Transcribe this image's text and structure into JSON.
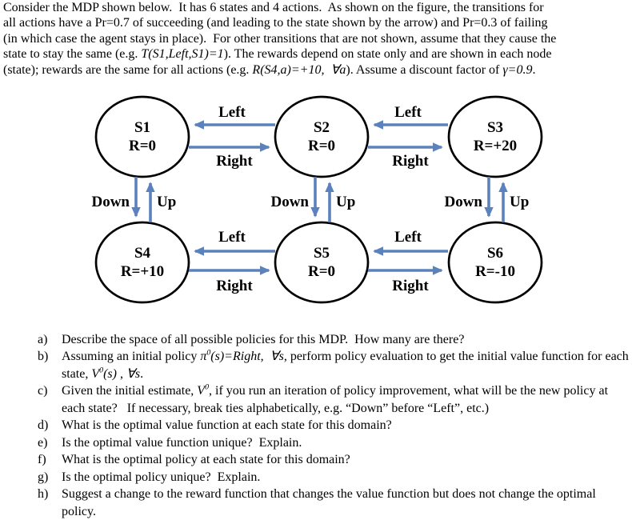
{
  "intro": {
    "lines": [
      [
        {
          "t": "Consider the MDP shown below.  It has 6 states and 4 actions.  As shown on the figure, the transitions for"
        }
      ],
      [
        {
          "t": "all actions have a Pr=0.7 of succeeding (and leading to the state shown by the arrow) and Pr=0.3 of failing"
        }
      ],
      [
        {
          "t": "(in which case the agent stays in place).  For other transitions that are not shown, assume that they cause the"
        }
      ],
      [
        {
          "t": "state to stay the same (e.g. "
        },
        {
          "t": "T(S1,Left,S1)=1",
          "i": true
        },
        {
          "t": "). The rewards depend on state only and are shown in each node"
        }
      ],
      [
        {
          "t": "(state); rewards are the same for all actions (e.g. "
        },
        {
          "t": "R(S4,a)=+10,  ∀a",
          "i": true
        },
        {
          "t": "). Assume a discount factor of "
        },
        {
          "t": "γ=0.9",
          "i": true
        },
        {
          "t": "."
        }
      ]
    ]
  },
  "diagram": {
    "nodes": [
      {
        "id": "S1",
        "reward": "R=0"
      },
      {
        "id": "S2",
        "reward": "R=0"
      },
      {
        "id": "S3",
        "reward": "R=+20"
      },
      {
        "id": "S4",
        "reward": "R=+10"
      },
      {
        "id": "S5",
        "reward": "R=0"
      },
      {
        "id": "S6",
        "reward": "R=-10"
      }
    ],
    "labels": {
      "left": "Left",
      "right": "Right",
      "down": "Down",
      "up": "Up"
    },
    "colors": {
      "arrow": "#5b82bc",
      "node_stroke": "#000000",
      "node_fill": "#ffffff"
    }
  },
  "questions": {
    "items": [
      {
        "label": "a)",
        "content": [
          {
            "t": "Describe the space of all possible policies for this MDP.  How many are there?"
          }
        ]
      },
      {
        "label": "b)",
        "content": [
          {
            "t": "Assuming an initial policy "
          },
          {
            "t": "π",
            "i": true
          },
          {
            "t": "0",
            "i": true,
            "sup": true
          },
          {
            "t": "(s)=Right,  ",
            "i": true
          },
          {
            "t": "∀s",
            "i": true
          },
          {
            "t": ", perform policy evaluation to get the initial value function for each state, "
          },
          {
            "t": "V",
            "i": true
          },
          {
            "t": "0",
            "i": true,
            "sup": true
          },
          {
            "t": "(s)",
            "i": true
          },
          {
            "t": " , "
          },
          {
            "t": "∀s",
            "i": true
          },
          {
            "t": "."
          }
        ]
      },
      {
        "label": "c)",
        "content": [
          {
            "t": "Given the initial estimate, "
          },
          {
            "t": "V",
            "i": true
          },
          {
            "t": "0",
            "i": true,
            "sup": true
          },
          {
            "t": ", if you run an iteration of policy improvement, what will be the new policy at each state?   If necessary, break ties alphabetically, e.g. “Down” before “Left”, etc.)"
          }
        ]
      },
      {
        "label": "d)",
        "content": [
          {
            "t": "What is the optimal value function at each state for this domain?"
          }
        ]
      },
      {
        "label": "e)",
        "content": [
          {
            "t": "Is the optimal value function unique?  Explain."
          }
        ]
      },
      {
        "label": "f)",
        "content": [
          {
            "t": "What is the optimal policy at each state for this domain?"
          }
        ]
      },
      {
        "label": "g)",
        "content": [
          {
            "t": "Is the optimal policy unique?  Explain."
          }
        ]
      },
      {
        "label": "h)",
        "content": [
          {
            "t": "Suggest a change to the reward function that changes the value function but does not change the optimal policy."
          }
        ]
      }
    ]
  }
}
